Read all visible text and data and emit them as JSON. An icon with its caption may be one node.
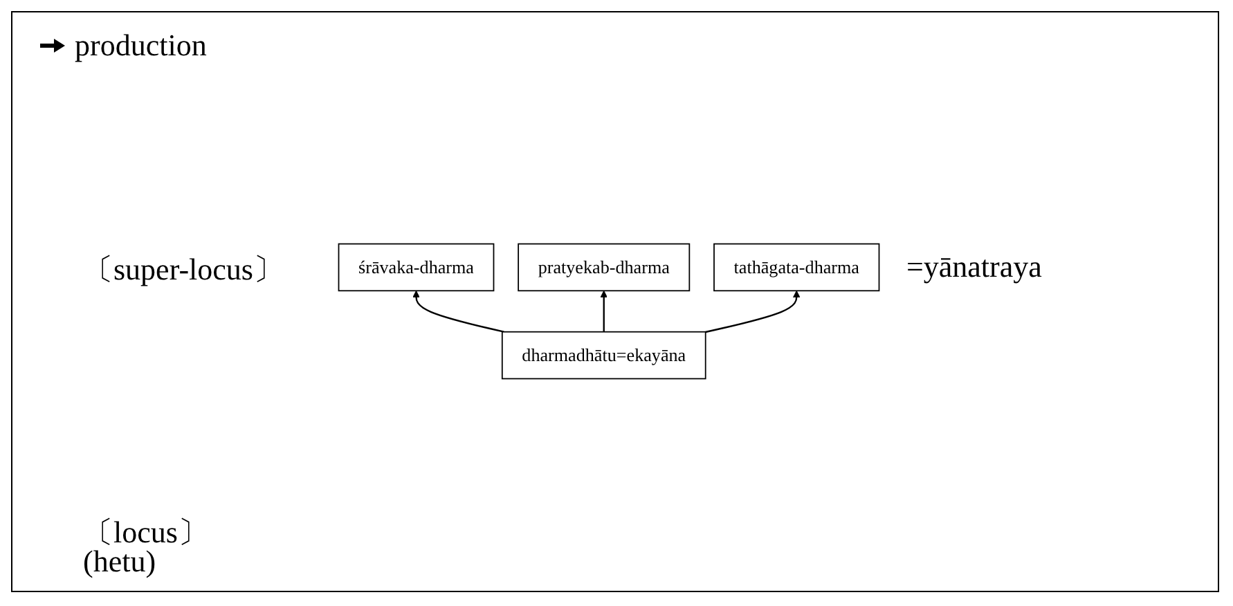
{
  "diagram": {
    "nodes": [
      {
        "text": [
          "śrāvaka-dharma"
        ]
      },
      {
        "text": [
          "pratyekab-dharma"
        ]
      },
      {
        "text": [
          "tathāgata-dharma"
        ]
      },
      {
        "text": [
          "dharmadhātu=ekayāna"
        ]
      }
    ],
    "edges": [
      {
        "from": 3,
        "to": 0,
        "arrow": "to"
      },
      {
        "from": 3,
        "to": 1,
        "arrow": "to"
      },
      {
        "from": 3,
        "to": 2,
        "arrow": "to"
      }
    ],
    "labels": [
      "〔super-locus〕",
      "=yānatraya",
      "〔locus〕",
      "(hetu)"
    ],
    "legend": [
      {
        "text": "production"
      }
    ]
  }
}
